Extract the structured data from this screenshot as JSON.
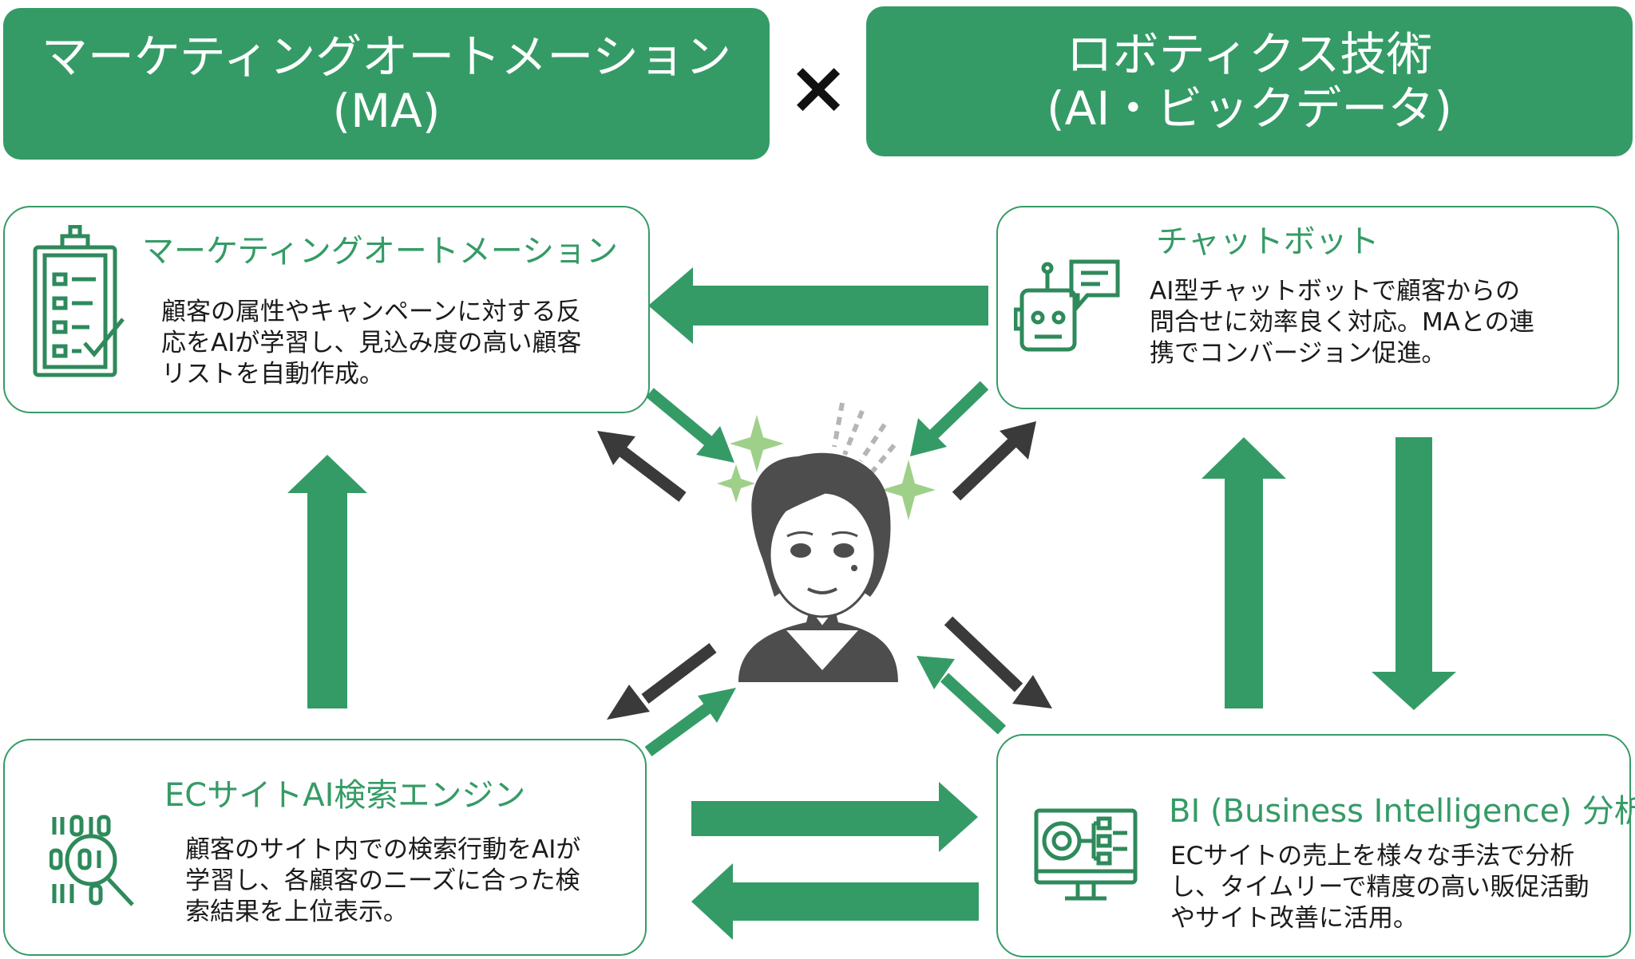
{
  "header_left": {
    "line1": "マーケティングオートメーション",
    "line2": "(MA)"
  },
  "header_right": {
    "line1": "ロボティクス技術",
    "line2": "(AI・ビックデータ)"
  },
  "times_symbol": "×",
  "cards": {
    "ma": {
      "title": "マーケティングオートメーション",
      "lines": [
        "顧客の属性やキャンペーンに対する反",
        "応をAIが学習し、見込み度の高い顧客",
        "リストを自動作成。"
      ]
    },
    "chatbot": {
      "title": "チャットボット",
      "lines": [
        "AI型チャットボットで顧客からの",
        "問合せに効率良く対応。MAとの連",
        "携でコンバージョン促進。"
      ]
    },
    "ec": {
      "title": "ECサイトAI検索エンジン",
      "lines": [
        "顧客のサイト内での検索行動をAIが",
        "学習し、各顧客のニーズに合った検",
        "索結果を上位表示。"
      ]
    },
    "bi": {
      "title": "BI (Business Intelligence) 分析",
      "lines": [
        "ECサイトの売上を様々な手法で分析",
        "し、タイムリーで精度の高い販促活動",
        "やサイト改善に活用。"
      ]
    }
  },
  "colors": {
    "green": "#359b66",
    "dark_arrow": "#3a3a3a",
    "sparkle": "#9fd08a",
    "person": "#4d4d4d"
  }
}
